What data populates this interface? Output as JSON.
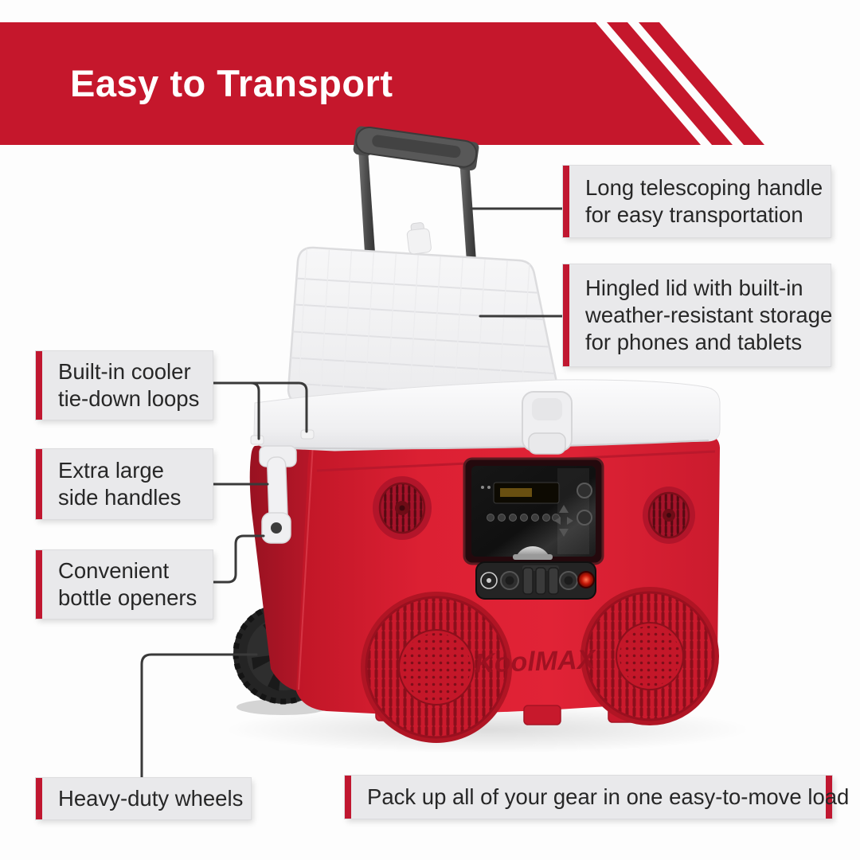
{
  "header": {
    "title": "Easy to Transport"
  },
  "callouts": {
    "telescoping": {
      "lines": [
        "Long telescoping handle",
        "for easy transportation"
      ]
    },
    "lid": {
      "lines": [
        "Hingled lid with built-in",
        "weather-resistant storage",
        "for phones and tablets"
      ]
    },
    "tiedown": {
      "lines": [
        "Built-in cooler",
        "tie-down loops"
      ]
    },
    "handles": {
      "lines": [
        "Extra large",
        "side handles"
      ]
    },
    "openers": {
      "lines": [
        "Convenient",
        "bottle openers"
      ]
    },
    "wheels": {
      "lines": [
        "Heavy-duty wheels"
      ]
    },
    "packup": {
      "lines": [
        "Pack up all of your gear in one easy-to-move load"
      ]
    }
  },
  "product": {
    "brand_logo": "KoolMAX"
  },
  "colors": {
    "accent_red": "#c5172c",
    "bar_red": "#c01730",
    "cooler_red": "#d81f31",
    "cooler_red_dark": "#a81424",
    "box_bg": "#e9e9eb",
    "text_dark": "#272727",
    "connector_gray": "#3a3a3a",
    "lid_white": "#f4f4f5"
  }
}
